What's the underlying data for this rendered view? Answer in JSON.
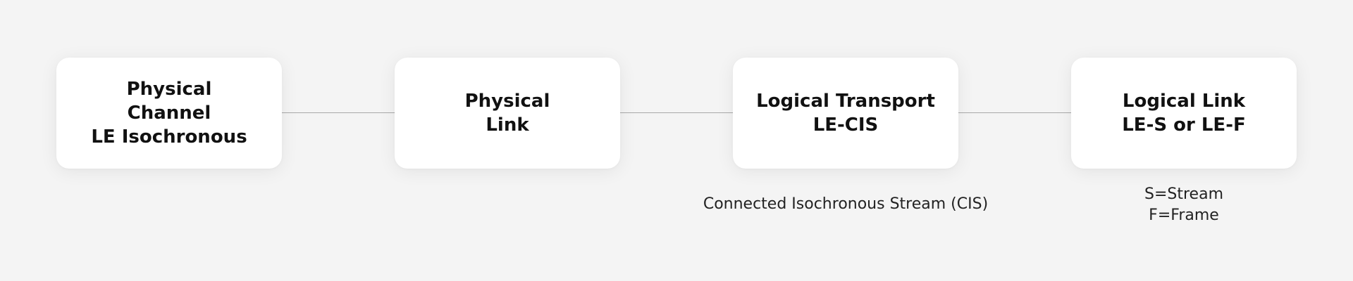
{
  "diagram": {
    "nodes": [
      {
        "id": "physical-channel",
        "lines": [
          "Physical",
          "Channel",
          "LE Isochronous"
        ]
      },
      {
        "id": "physical-link",
        "lines": [
          "Physical",
          "Link"
        ]
      },
      {
        "id": "logical-transport",
        "lines": [
          "Logical Transport",
          "LE-CIS"
        ]
      },
      {
        "id": "logical-link",
        "lines": [
          "Logical Link",
          "LE-S or LE-F"
        ]
      }
    ],
    "edges": [
      {
        "from": "physical-channel",
        "to": "physical-link"
      },
      {
        "from": "physical-link",
        "to": "logical-transport"
      },
      {
        "from": "logical-transport",
        "to": "logical-link"
      }
    ],
    "captions": {
      "logical_transport": [
        "Connected Isochronous Stream (CIS)"
      ],
      "logical_link": [
        "S=Stream",
        "F=Frame"
      ]
    }
  }
}
